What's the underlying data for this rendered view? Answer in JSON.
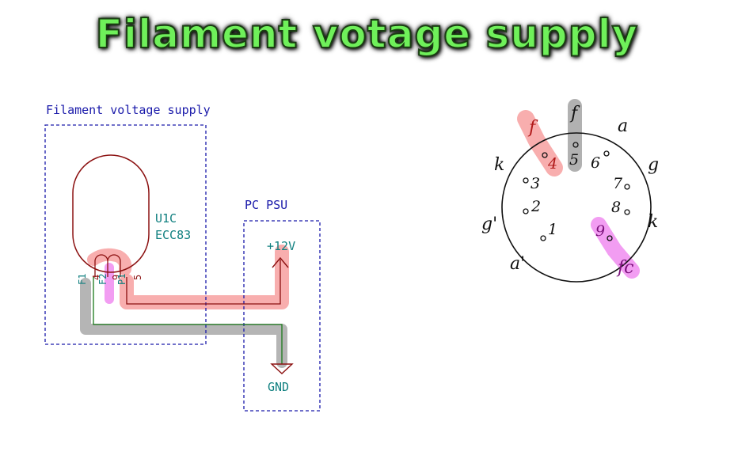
{
  "title": "Filament votage supply",
  "schematic": {
    "filament_box_label": "Filament voltage supply",
    "psu_box_label": "PC PSU",
    "tube_ref": "U1C",
    "tube_type": "ECC83",
    "pin_f1": "F1",
    "pin_4": "4",
    "pin_f2": "F2",
    "pin_9": "9",
    "pin_p1": "P1",
    "pin_5": "5",
    "supply_label": "+12V",
    "ground_label": "GND"
  },
  "pinout": {
    "label_f_left": "f",
    "label_f_top": "f",
    "label_a": "a",
    "label_k_left": "k",
    "label_g_right": "g",
    "label_g_left": "g'",
    "label_k_right": "k",
    "label_a_left": "a'",
    "label_fc": "fc",
    "pin_1": "1",
    "pin_2": "2",
    "pin_3": "3",
    "pin_4": "4",
    "pin_5": "5",
    "pin_6": "6",
    "pin_7": "7",
    "pin_8": "8",
    "pin_9": "9"
  },
  "colors": {
    "title_green": "#6ff05a",
    "box_blue": "#1a1aaa",
    "tube_red": "#8b1010",
    "label_teal": "#118080",
    "highlight_red": "#f7a0a0",
    "highlight_gray": "#a8a8a8",
    "highlight_magenta": "#f08cf0"
  }
}
